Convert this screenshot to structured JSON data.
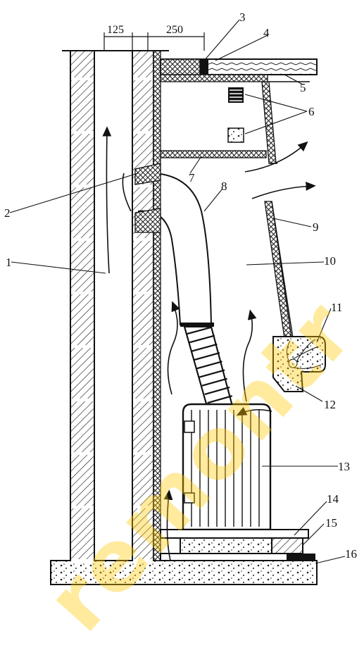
{
  "diagram": {
    "dimensions": {
      "d1": "125",
      "d2": "250"
    },
    "callouts": [
      "1",
      "2",
      "3",
      "4",
      "5",
      "6",
      "7",
      "8",
      "9",
      "10",
      "11",
      "12",
      "13",
      "14",
      "15",
      "16"
    ],
    "watermark": "remontr"
  },
  "colors": {
    "line": "#111111",
    "watermark": "#ffc700",
    "background": "#ffffff"
  }
}
